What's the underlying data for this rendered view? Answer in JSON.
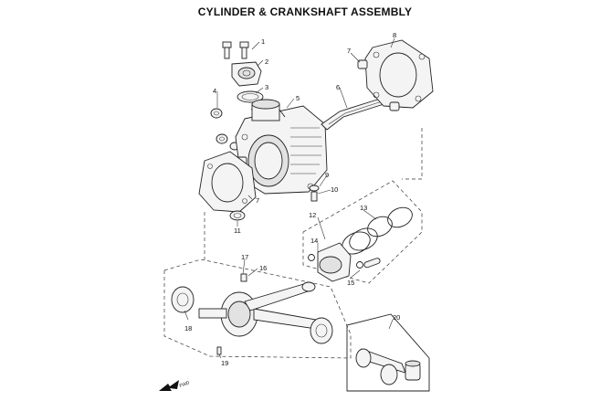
{
  "title": "CYLINDER & CRANKSHAFT ASSEMBLY",
  "callouts": [
    "1",
    "2",
    "3",
    "4",
    "5",
    "6",
    "7",
    "8",
    "9",
    "10",
    "11",
    "12",
    "13",
    "14",
    "15",
    "16",
    "17",
    "18",
    "19",
    "20",
    "7"
  ],
  "fwd_label": "FWD"
}
